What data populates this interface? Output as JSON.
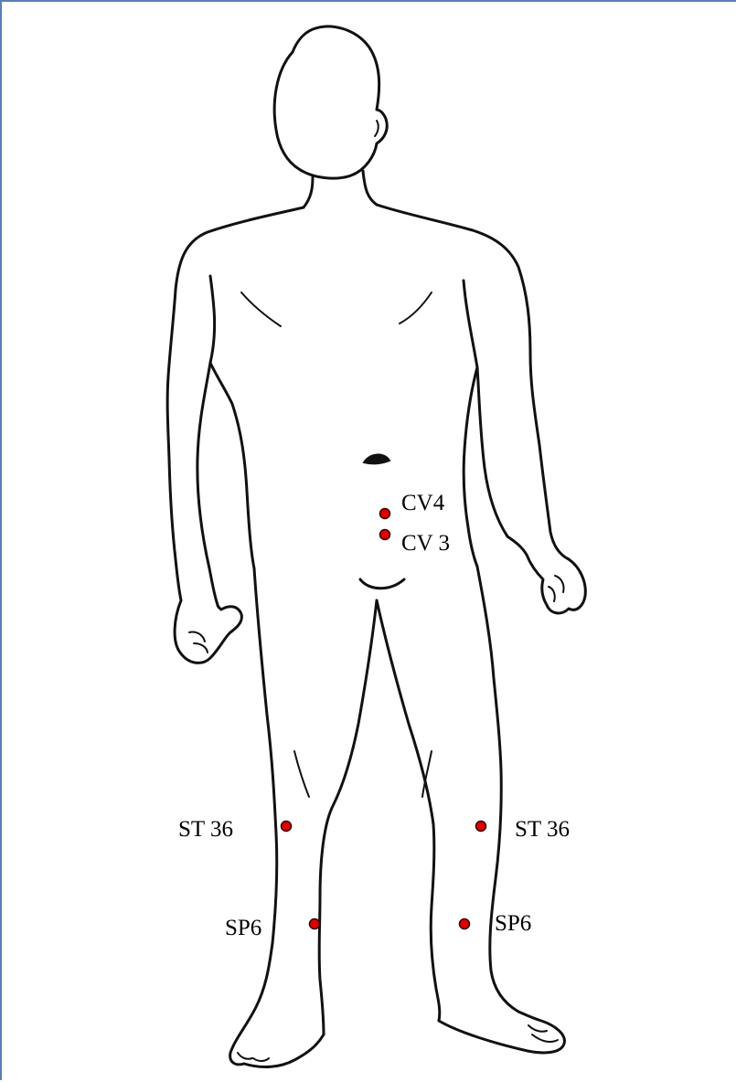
{
  "figure": {
    "subject": "front view human body outline",
    "point_color": "#e00000",
    "point_stroke": "#330000",
    "line_color": "#111111",
    "frame_color": "#5b7fb5"
  },
  "points": {
    "cv4": {
      "label": "CV4"
    },
    "cv3": {
      "label": "CV 3"
    },
    "st36_right": {
      "label": "ST 36"
    },
    "st36_left": {
      "label": "ST 36"
    },
    "sp6_right": {
      "label": "SP6"
    },
    "sp6_left": {
      "label": "SP6"
    }
  }
}
